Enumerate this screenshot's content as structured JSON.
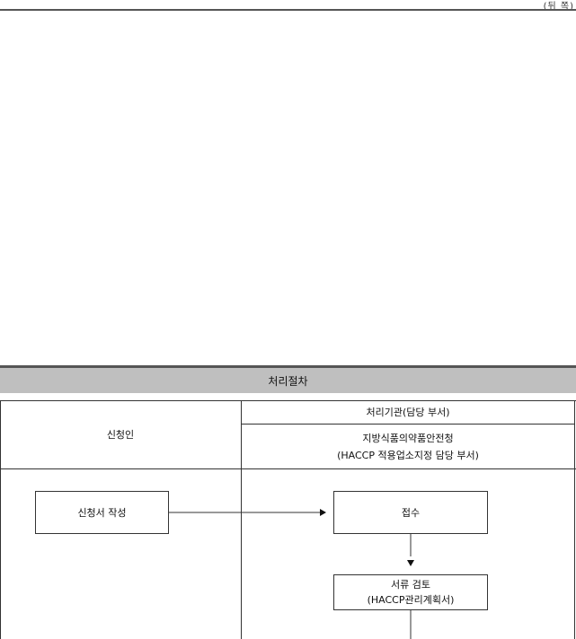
{
  "header": {
    "page_label": "(뒤 쪽)"
  },
  "procedure": {
    "title": "처리절차",
    "applicant_header": "신청인",
    "agency_header": "처리기관(담당 부서)",
    "agency_name_line1": "지방식품의약품안전청",
    "agency_name_line2": "(HACCP 적용업소지정 담당 부서)",
    "steps": {
      "write_application": "신청서 작성",
      "receipt": "접수",
      "document_review_line1": "서류 검토",
      "document_review_line2": "(HACCP관리계획서)"
    }
  }
}
